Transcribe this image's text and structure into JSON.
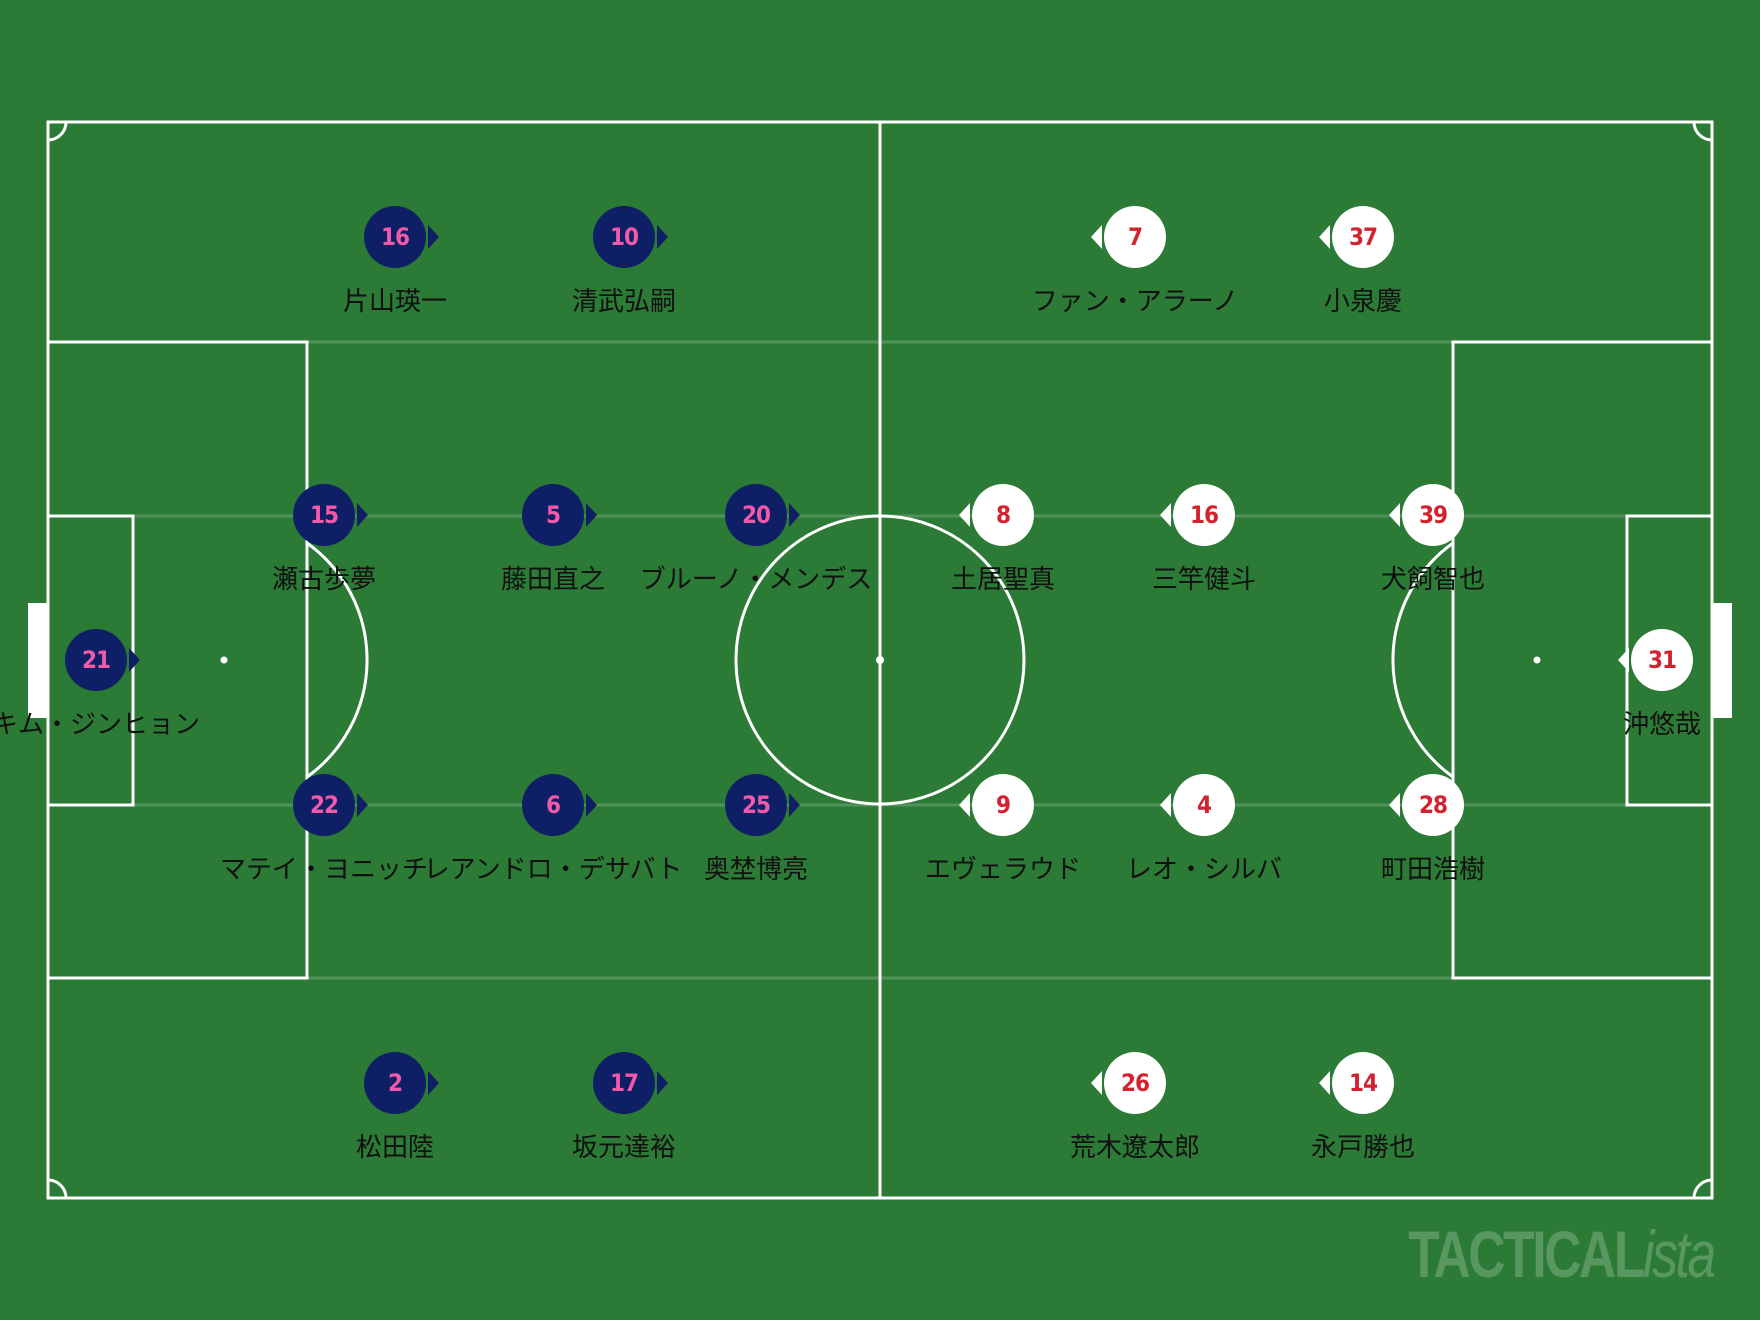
{
  "colors": {
    "pitch": "#2b7a35",
    "lines": "#ffffff",
    "home_disc": "#0e1f66",
    "home_number": "#f05aa8",
    "away_disc": "#ffffff",
    "away_number": "#d3222f"
  },
  "watermark": {
    "main": "TACTICAL",
    "suffix": "ista"
  },
  "home_team": {
    "players": [
      {
        "number": "21",
        "name": "キム・ジンヒョン"
      },
      {
        "number": "15",
        "name": "瀬古歩夢"
      },
      {
        "number": "22",
        "name": "マテイ・ヨニッチ"
      },
      {
        "number": "16",
        "name": "片山瑛一"
      },
      {
        "number": "2",
        "name": "松田陸"
      },
      {
        "number": "5",
        "name": "藤田直之"
      },
      {
        "number": "6",
        "name": "レアンドロ・デサバト"
      },
      {
        "number": "10",
        "name": "清武弘嗣"
      },
      {
        "number": "17",
        "name": "坂元達裕"
      },
      {
        "number": "20",
        "name": "ブルーノ・メンデス"
      },
      {
        "number": "25",
        "name": "奥埜博亮"
      }
    ]
  },
  "away_team": {
    "players": [
      {
        "number": "31",
        "name": "沖悠哉"
      },
      {
        "number": "39",
        "name": "犬飼智也"
      },
      {
        "number": "28",
        "name": "町田浩樹"
      },
      {
        "number": "37",
        "name": "小泉慶"
      },
      {
        "number": "14",
        "name": "永戸勝也"
      },
      {
        "number": "16",
        "name": "三竿健斗"
      },
      {
        "number": "4",
        "name": "レオ・シルバ"
      },
      {
        "number": "7",
        "name": "ファン・アラーノ"
      },
      {
        "number": "26",
        "name": "荒木遼太郎"
      },
      {
        "number": "8",
        "name": "土居聖真"
      },
      {
        "number": "9",
        "name": "エヴェラウド"
      }
    ]
  }
}
